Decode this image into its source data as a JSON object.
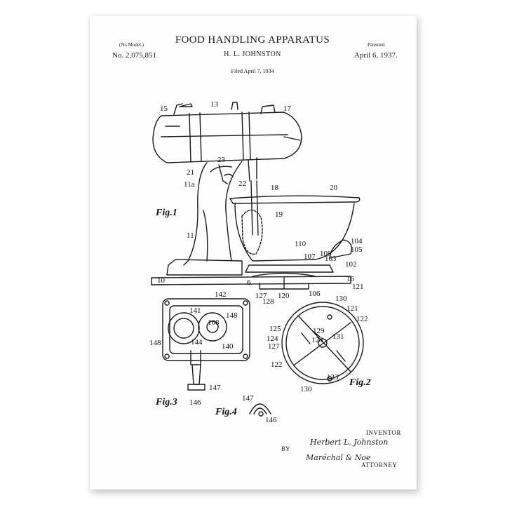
{
  "header": {
    "no_model": "(No Model.)",
    "patent_number": "No. 2,075,851",
    "title": "FOOD HANDLING APPARATUS",
    "inventor_name": "H. L. JOHNSTON",
    "patented_label": "Patented.",
    "patent_date": "April 6, 1937.",
    "filed": "Filed April 7, 1934"
  },
  "figures": {
    "fig1": "Fig.1",
    "fig2": "Fig.2",
    "fig3": "Fig.3",
    "fig4": "Fig.4"
  },
  "reference_numerals": {
    "fig1": [
      "15",
      "13",
      "17",
      "23",
      "21",
      "11a",
      "22",
      "18",
      "20",
      "19",
      "11",
      "110",
      "104",
      "105",
      "107",
      "109",
      "103",
      "102",
      "10",
      "6",
      "16",
      "121",
      "127",
      "128",
      "120",
      "106"
    ],
    "fig3": [
      "142",
      "141",
      "108",
      "148",
      "148",
      "140",
      "144",
      "147",
      "146"
    ],
    "fig2": [
      "130",
      "121",
      "122",
      "125",
      "129",
      "124",
      "131",
      "127",
      "123",
      "122",
      "130",
      "123"
    ],
    "fig4": [
      "147",
      "146"
    ]
  },
  "signature_block": {
    "inventor_label": "INVENTOR",
    "inventor_signature": "Herbert L. Johnston",
    "by": "BY",
    "attorney_signature": "Maréchal & Noe",
    "attorney_label": "ATTORNEY"
  }
}
